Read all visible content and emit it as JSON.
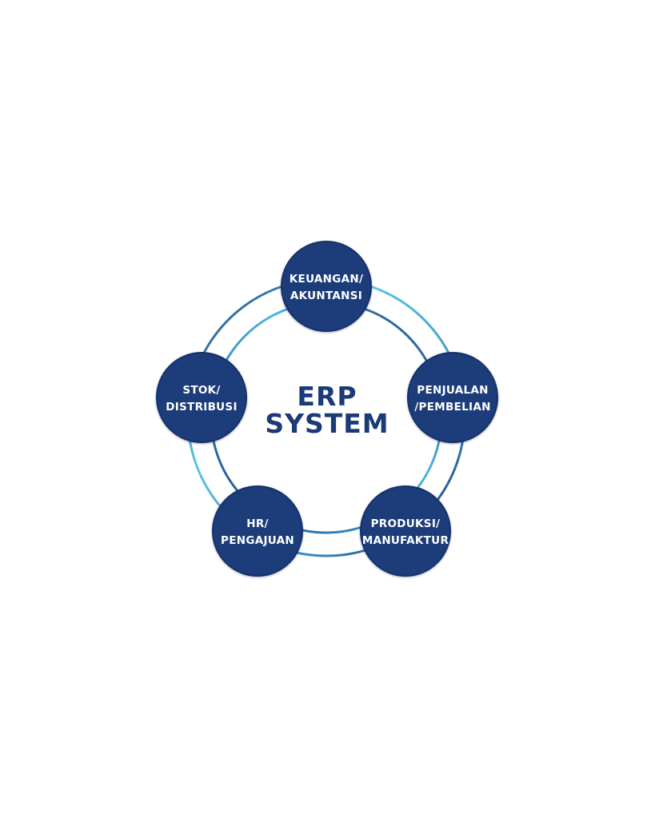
{
  "center": {
    "line1": "ERP",
    "line2": "SYSTEM"
  },
  "modules": [
    {
      "line1": "KEUANGAN/",
      "line2": "AKUNTANSI"
    },
    {
      "line1": "PENJUALAN",
      "line2": "/PEMBELIAN"
    },
    {
      "line1": "PRODUKSI/",
      "line2": "MANUFAKTUR"
    },
    {
      "line1": "HR/",
      "line2": "PENGAJUAN"
    },
    {
      "line1": "STOK/",
      "line2": "DISTRIBUSI"
    }
  ],
  "colors": {
    "node_fill": "#1b3c7a",
    "node_edge": "#14306a",
    "ring_outer_light": "#5cc6e6",
    "ring_outer_dark": "#17356f",
    "ring_inner_light": "#4eb6de",
    "ring_inner_dark": "#1a3a78",
    "center_text": "#1a3a78"
  }
}
